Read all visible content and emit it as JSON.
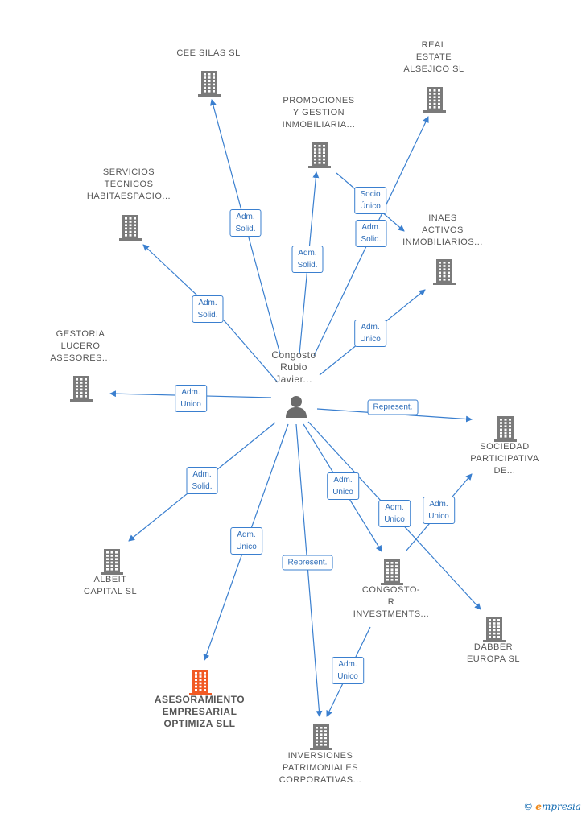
{
  "colors": {
    "edge": "#3a7fcf",
    "building": "#7a7a7a",
    "highlight": "#f15a24",
    "person": "#6b6b6b"
  },
  "center": {
    "label": "Congosto\nRubio\nJavier..."
  },
  "nodes": [
    {
      "id": "cee",
      "label": "CEE SILAS SL",
      "icon": "building-icon"
    },
    {
      "id": "real",
      "label": "REAL\nESTATE\nALSEJICO  SL",
      "icon": "building-icon"
    },
    {
      "id": "promo",
      "label": "PROMOCIONES\nY GESTION\nINMOBILIARIA...",
      "icon": "building-icon"
    },
    {
      "id": "serv",
      "label": "SERVICIOS\nTECNICOS\nHABITAESPACIO...",
      "icon": "building-icon"
    },
    {
      "id": "inaes",
      "label": "INAES\nACTIVOS\nINMOBILIARIOS...",
      "icon": "building-icon"
    },
    {
      "id": "gestoria",
      "label": "GESTORIA\nLUCERO\nASESORES...",
      "icon": "building-icon"
    },
    {
      "id": "sociedad",
      "label": "SOCIEDAD\nPARTICIPATIVA\nDE...",
      "icon": "building-icon"
    },
    {
      "id": "albeit",
      "label": "ALBEIT\nCAPITAL  SL",
      "icon": "building-icon"
    },
    {
      "id": "congosto",
      "label": "CONGOSTO-\nR\nINVESTMENTS...",
      "icon": "building-icon"
    },
    {
      "id": "dabber",
      "label": "DABBER\nEUROPA  SL",
      "icon": "building-icon"
    },
    {
      "id": "aseso",
      "label": "ASESORAMIENTO\nEMPRESARIAL\nOPTIMIZA  SLL",
      "icon": "building-icon",
      "highlight": true
    },
    {
      "id": "inver",
      "label": "INVERSIONES\nPATRIMONIALES\nCORPORATIVAS...",
      "icon": "building-icon"
    }
  ],
  "edges": [
    {
      "label": "Adm.\nSolid."
    },
    {
      "label": "Adm.\nSolid."
    },
    {
      "label": "Adm.\nSolid."
    },
    {
      "label": "Socio\nÚnico"
    },
    {
      "label": "Adm.\nSolid."
    },
    {
      "label": "Adm.\nUnico"
    },
    {
      "label": "Adm.\nUnico"
    },
    {
      "label": "Represent."
    },
    {
      "label": "Adm.\nSolid."
    },
    {
      "label": "Adm.\nUnico"
    },
    {
      "label": "Represent."
    },
    {
      "label": "Adm.\nUnico"
    },
    {
      "label": "Adm.\nUnico"
    },
    {
      "label": "Adm.\nUnico"
    },
    {
      "label": "Adm.\nUnico"
    }
  ],
  "credit": {
    "symbol": "©",
    "brand_initial": "e",
    "brand_rest": "mpresia"
  }
}
